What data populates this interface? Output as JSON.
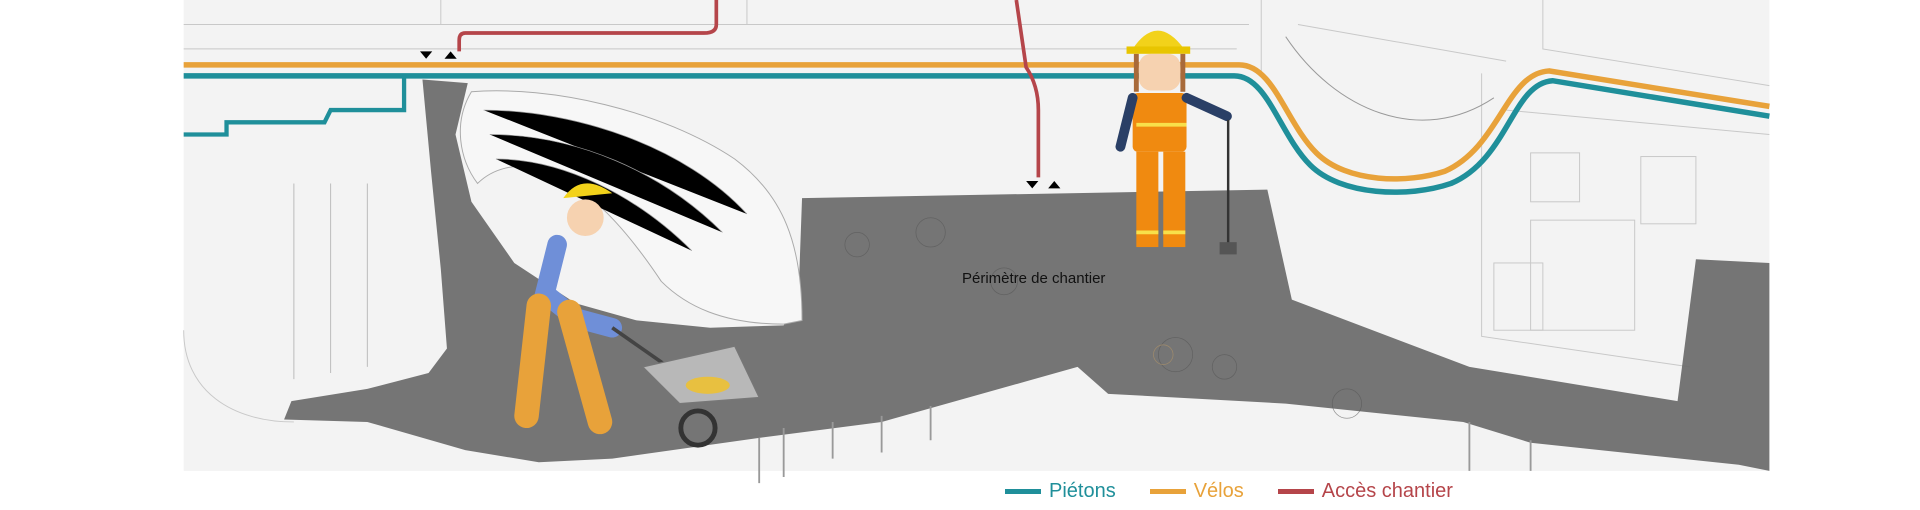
{
  "map": {
    "site_label": "Périmètre de chantier",
    "colors": {
      "pietons": "#1f8f9a",
      "velos": "#e8a23a",
      "acces": "#b5454a",
      "perimeter": "#6e6e6e"
    }
  },
  "legend": {
    "items": [
      {
        "label": "Piétons",
        "color": "#1f8f9a"
      },
      {
        "label": "Vélos",
        "color": "#e8a23a"
      },
      {
        "label": "Accès chantier",
        "color": "#b5454a"
      }
    ]
  }
}
